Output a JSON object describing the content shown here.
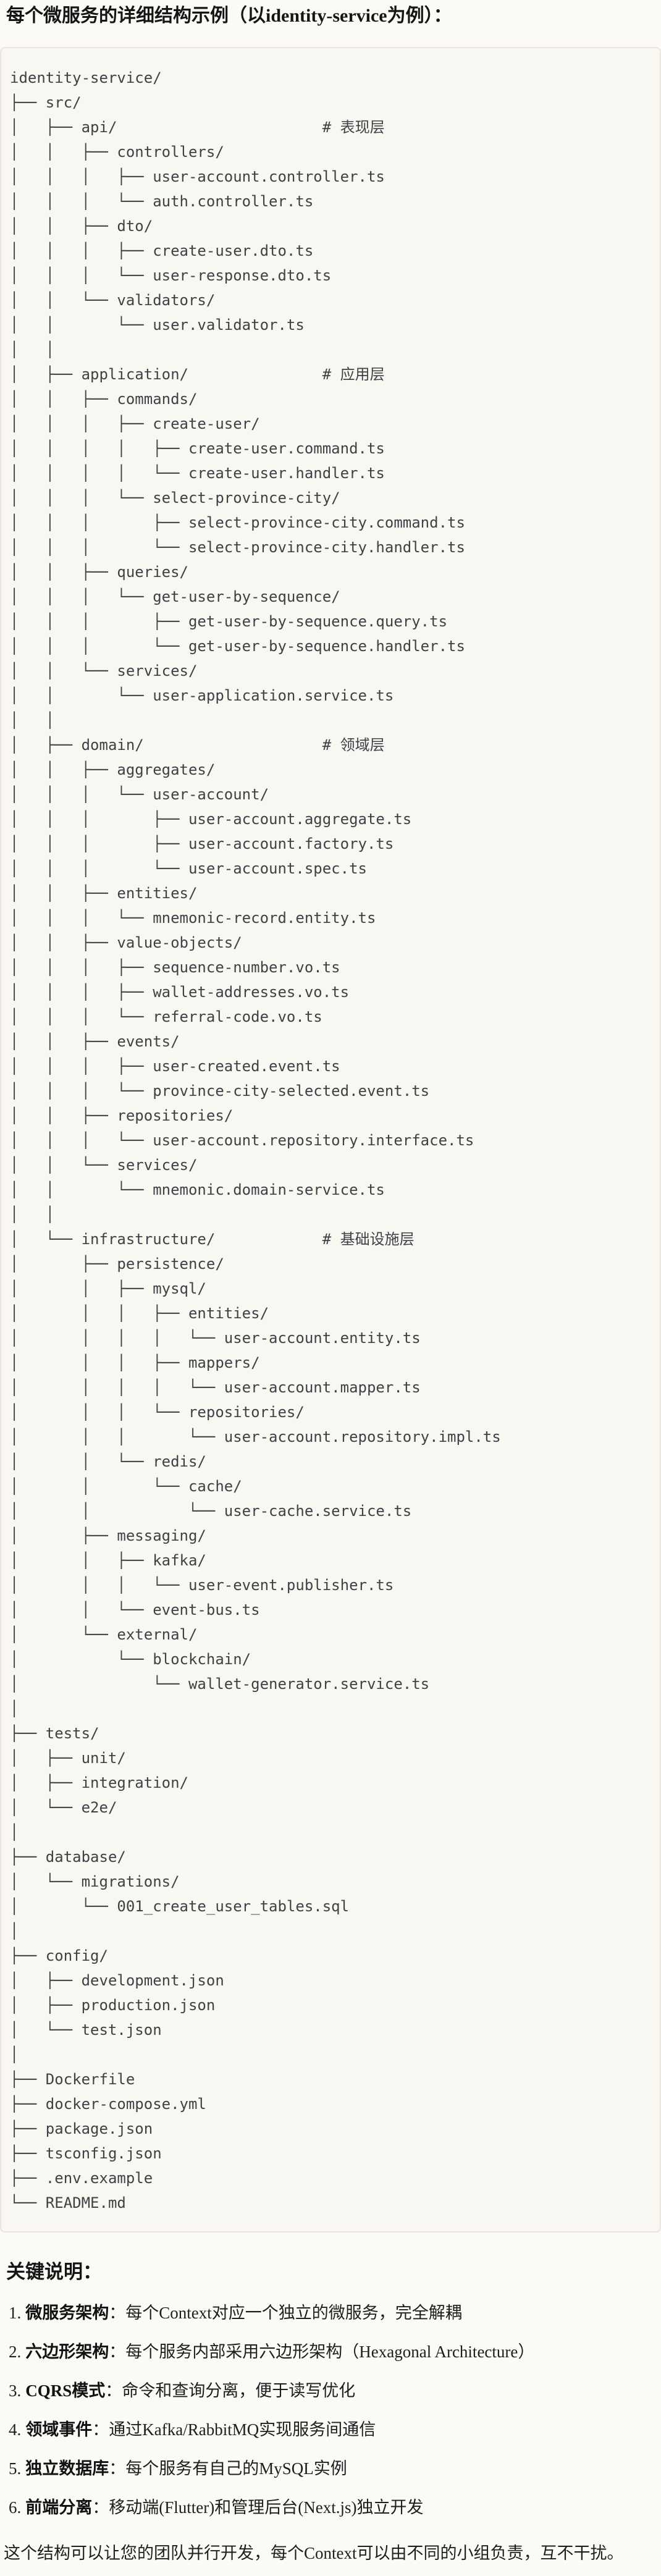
{
  "page": {
    "title": "每个微服务的详细结构示例（以identity-service为例）："
  },
  "tree": {
    "lines": [
      "identity-service/",
      "├── src/",
      "│   ├── api/                       # 表现层",
      "│   │   ├── controllers/",
      "│   │   │   ├── user-account.controller.ts",
      "│   │   │   └── auth.controller.ts",
      "│   │   ├── dto/",
      "│   │   │   ├── create-user.dto.ts",
      "│   │   │   └── user-response.dto.ts",
      "│   │   └── validators/",
      "│   │       └── user.validator.ts",
      "│   │",
      "│   ├── application/               # 应用层",
      "│   │   ├── commands/",
      "│   │   │   ├── create-user/",
      "│   │   │   │   ├── create-user.command.ts",
      "│   │   │   │   └── create-user.handler.ts",
      "│   │   │   └── select-province-city/",
      "│   │   │       ├── select-province-city.command.ts",
      "│   │   │       └── select-province-city.handler.ts",
      "│   │   ├── queries/",
      "│   │   │   └── get-user-by-sequence/",
      "│   │   │       ├── get-user-by-sequence.query.ts",
      "│   │   │       └── get-user-by-sequence.handler.ts",
      "│   │   └── services/",
      "│   │       └── user-application.service.ts",
      "│   │",
      "│   ├── domain/                    # 领域层",
      "│   │   ├── aggregates/",
      "│   │   │   └── user-account/",
      "│   │   │       ├── user-account.aggregate.ts",
      "│   │   │       ├── user-account.factory.ts",
      "│   │   │       └── user-account.spec.ts",
      "│   │   ├── entities/",
      "│   │   │   └── mnemonic-record.entity.ts",
      "│   │   ├── value-objects/",
      "│   │   │   ├── sequence-number.vo.ts",
      "│   │   │   ├── wallet-addresses.vo.ts",
      "│   │   │   └── referral-code.vo.ts",
      "│   │   ├── events/",
      "│   │   │   ├── user-created.event.ts",
      "│   │   │   └── province-city-selected.event.ts",
      "│   │   ├── repositories/",
      "│   │   │   └── user-account.repository.interface.ts",
      "│   │   └── services/",
      "│   │       └── mnemonic.domain-service.ts",
      "│   │",
      "│   └── infrastructure/            # 基础设施层",
      "│       ├── persistence/",
      "│       │   ├── mysql/",
      "│       │   │   ├── entities/",
      "│       │   │   │   └── user-account.entity.ts",
      "│       │   │   ├── mappers/",
      "│       │   │   │   └── user-account.mapper.ts",
      "│       │   │   └── repositories/",
      "│       │   │       └── user-account.repository.impl.ts",
      "│       │   └── redis/",
      "│       │       └── cache/",
      "│       │           └── user-cache.service.ts",
      "│       ├── messaging/",
      "│       │   ├── kafka/",
      "│       │   │   └── user-event.publisher.ts",
      "│       │   └── event-bus.ts",
      "│       └── external/",
      "│           └── blockchain/",
      "│               └── wallet-generator.service.ts",
      "│",
      "├── tests/",
      "│   ├── unit/",
      "│   ├── integration/",
      "│   └── e2e/",
      "│",
      "├── database/",
      "│   └── migrations/",
      "│       └── 001_create_user_tables.sql",
      "│",
      "├── config/",
      "│   ├── development.json",
      "│   ├── production.json",
      "│   └── test.json",
      "│",
      "├── Dockerfile",
      "├── docker-compose.yml",
      "├── package.json",
      "├── tsconfig.json",
      "├── .env.example",
      "└── README.md"
    ]
  },
  "notes": {
    "heading": "关键说明：",
    "items": [
      {
        "num": "1.",
        "label": "微服务架构",
        "sep": "：",
        "text": "每个Context对应一个独立的微服务，完全解耦"
      },
      {
        "num": "2.",
        "label": "六边形架构",
        "sep": "：",
        "text": "每个服务内部采用六边形架构（Hexagonal Architecture）"
      },
      {
        "num": "3.",
        "label": "CQRS模式",
        "sep": "：",
        "text": "命令和查询分离，便于读写优化"
      },
      {
        "num": "4.",
        "label": "领域事件",
        "sep": "：",
        "text": "通过Kafka/RabbitMQ实现服务间通信"
      },
      {
        "num": "5.",
        "label": "独立数据库",
        "sep": "：",
        "text": "每个服务有自己的MySQL实例"
      },
      {
        "num": "6.",
        "label": "前端分离",
        "sep": "：",
        "text": "移动端(Flutter)和管理后台(Next.js)独立开发"
      }
    ],
    "footer": "这个结构可以让您的团队并行开发，每个Context可以由不同的小组负责，互不干扰。"
  }
}
